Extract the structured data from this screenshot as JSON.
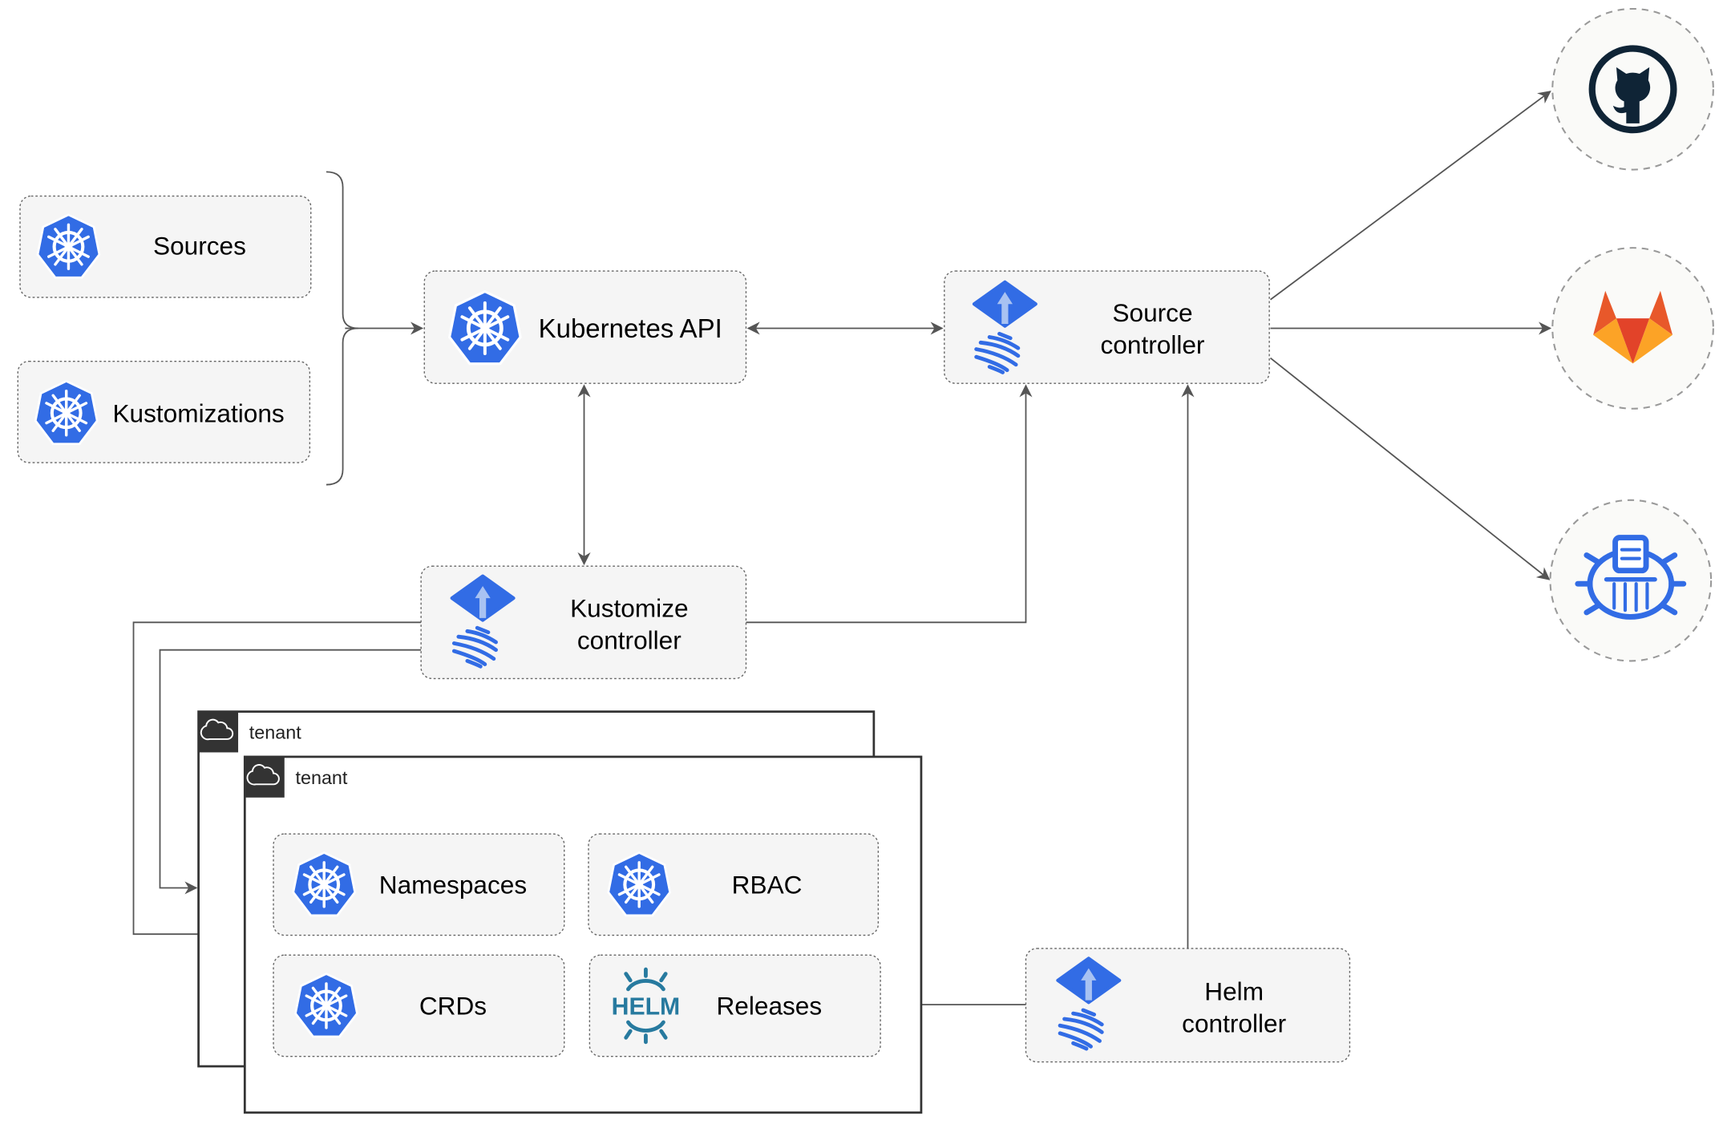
{
  "nodes": {
    "sources": "Sources",
    "kustomizations": "Kustomizations",
    "kubernetes_api": "Kubernetes API",
    "source_controller": [
      "Source",
      "controller"
    ],
    "kustomize_controller": [
      "Kustomize",
      "controller"
    ],
    "helm_controller": [
      "Helm",
      "controller"
    ],
    "namespaces": "Namespaces",
    "rbac": "RBAC",
    "crds": "CRDs",
    "releases": "Releases"
  },
  "tenants": [
    "tenant",
    "tenant"
  ],
  "icons": {
    "kubernetes": "kubernetes-icon",
    "flux": "flux-icon",
    "helm": "helm-icon",
    "github": "github-icon",
    "gitlab": "gitlab-icon",
    "harbor": "harbor-icon",
    "cloud": "cloud-icon"
  },
  "helm_logo_text": "HELM",
  "colors": {
    "kubernetes_blue": "#326ce5",
    "helm_teal": "#277a9f",
    "github_dark": "#0f2436",
    "gitlab_orange": "#e8582a",
    "gitlab_yellow": "#fca326",
    "node_fill": "#f5f5f5",
    "tenant_header": "#333333"
  }
}
